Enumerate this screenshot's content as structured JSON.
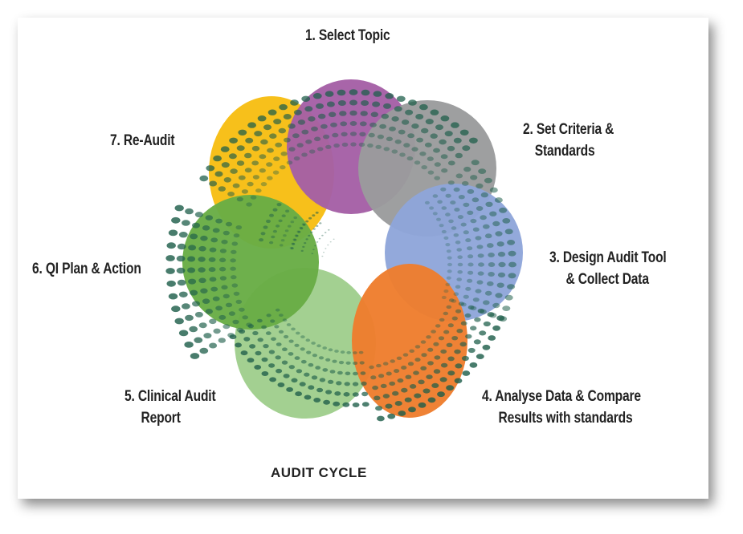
{
  "stages": [
    {
      "label": "1. Select Topic",
      "color": "#a45fa6"
    },
    {
      "label": "2. Set Criteria & Standards",
      "line1": "2. Set Criteria &",
      "line2": "Standards",
      "color": "#9a9b9c"
    },
    {
      "label": "3. Design Audit Tool & Collect Data",
      "line1": "3. Design Audit Tool",
      "line2": "& Collect Data",
      "color": "#8fa6da"
    },
    {
      "label": "4. Analyse Data & Compare Results with standards",
      "line1": "4. Analyse Data & Compare",
      "line2": "Results with standards",
      "color": "#ee7d2d"
    },
    {
      "label": "5. Clinical Audit Report",
      "line1": "5. Clinical Audit",
      "line2": "Report",
      "color": "#9fce8d"
    },
    {
      "label": "6. QI Plan & Action",
      "color": "#68ad45"
    },
    {
      "label": "7. Re-Audit",
      "color": "#f7bd12"
    }
  ],
  "dot_color": "#1e5e4a",
  "caption": "AUDIT CYCLE"
}
